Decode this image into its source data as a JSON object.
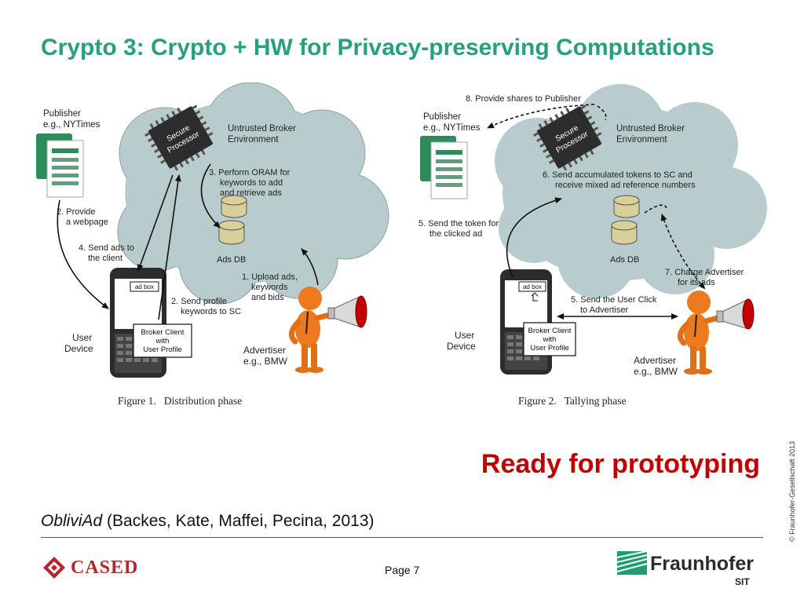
{
  "slide": {
    "title": "Crypto 3: Crypto + HW for Privacy-preserving Computations",
    "copyright": "© Fraunhofer-Gesellschaft 2013",
    "ready": "Ready for prototyping",
    "citation_italic": "ObliviAd",
    "citation_rest": " (Backes, Kate, Maffei, Pecina, 2013)",
    "page": "Page 7",
    "cased": "CASED",
    "fraunhofer": "Fraunhofer",
    "sit": "SIT"
  },
  "colors": {
    "title": "#26a07f",
    "ready": "#c00000",
    "cloud": "#b9cccd",
    "cased": "#b3282d",
    "fraunhofer_green": "#1f9e6e"
  },
  "fig1": {
    "publisher": [
      "Publisher",
      "e.g., NYTimes"
    ],
    "processor": [
      "Secure",
      "Processor"
    ],
    "broker_env": [
      "Untrusted Broker",
      "Environment"
    ],
    "step3": [
      "3. Perform ORAM for",
      "keywords to add",
      "and retrieve ads"
    ],
    "step2a": [
      "2. Provide",
      "a webpage"
    ],
    "step4": [
      "4. Send ads to",
      "the client"
    ],
    "ads_db": "Ads DB",
    "step1": [
      "1. Upload ads,",
      "keywords",
      "and bids"
    ],
    "step2b": [
      "2. Send profile",
      "keywords to SC"
    ],
    "ad_box": "ad box",
    "broker_client": [
      "Broker Client",
      "with",
      "User Profile"
    ],
    "user_device": [
      "User",
      "Device"
    ],
    "advertiser": [
      "Advertiser",
      "e.g., BMW"
    ],
    "caption": "Figure 1.   Distribution phase"
  },
  "fig2": {
    "step8": "8. Provide shares to Publisher",
    "publisher": [
      "Publisher",
      "e.g., NYTimes"
    ],
    "processor": [
      "Secure",
      "Processor"
    ],
    "broker_env": [
      "Untrusted Broker",
      "Environment"
    ],
    "step6": [
      "6. Send accumulated tokens to SC and",
      "receive mixed ad reference numbers"
    ],
    "step5a": [
      "5. Send the token for",
      "the clicked ad"
    ],
    "ads_db": "Ads DB",
    "step7": [
      "7. Charge Advertiser",
      "for its ads"
    ],
    "ad_box": "ad box",
    "step5b": [
      "5. Send the User Click",
      "to Advertiser"
    ],
    "broker_client": [
      "Broker Client",
      "with",
      "User Profile"
    ],
    "user_device": [
      "User",
      "Device"
    ],
    "advertiser": [
      "Advertiser",
      "e.g., BMW"
    ],
    "caption": "Figure 2.   Tallying phase"
  }
}
